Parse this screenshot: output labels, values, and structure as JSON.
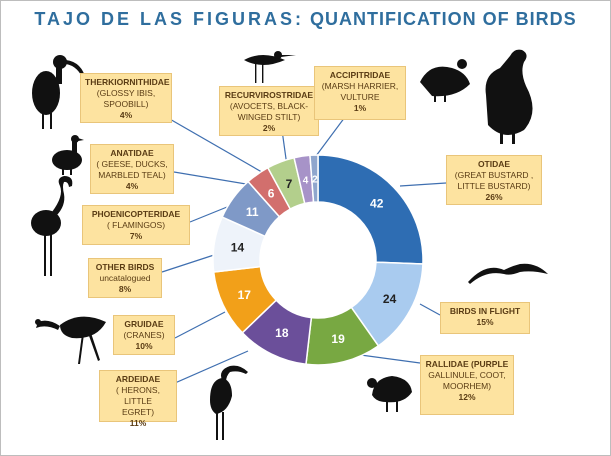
{
  "title_left": "TAJO DE LAS FIGURAS:",
  "title_right": "QUANTIFICATION OF BIRDS",
  "chart_data": {
    "type": "pie",
    "style": "donut",
    "slices": [
      {
        "category": "OTIDAE",
        "value": 42,
        "color": "#2e6db3"
      },
      {
        "category": "BIRDS IN FLIGHT",
        "value": 24,
        "color": "#a9cbef"
      },
      {
        "category": "RALLIDAE",
        "value": 19,
        "color": "#78a842"
      },
      {
        "category": "ARDEIDAE",
        "value": 18,
        "color": "#6b4f9a"
      },
      {
        "category": "GRUIDAE",
        "value": 17,
        "color": "#f2a019"
      },
      {
        "category": "OTHER BIRDS",
        "value": 14,
        "color": "#eef3fa"
      },
      {
        "category": "PHOENICOPTERIDAE",
        "value": 11,
        "color": "#7f99c7"
      },
      {
        "category": "ANATIDAE",
        "value": 6,
        "color": "#d26f6d"
      },
      {
        "category": "THERKIORNITHIDAE",
        "value": 7,
        "color": "#b3cf8c"
      },
      {
        "category": "RECURVIROSTRIDAE",
        "value": 4,
        "color": "#a793c8"
      },
      {
        "category": "ACCIPITRIDAE",
        "value": 2,
        "color": "#8fa6cd"
      }
    ]
  },
  "labels": {
    "therk": {
      "head": "THERKIORNITHIDAE",
      "sub1": "(GLOSSY IBIS,",
      "sub2": "SPOOBILL)",
      "pct": "4%"
    },
    "recurv": {
      "head": "RECURVIROSTRIDAE",
      "sub1": "(AVOCETS, BLACK-",
      "sub2": "WINGED STILT)",
      "pct": "2%"
    },
    "accip": {
      "head": "ACCIPITRIDAE",
      "sub1": "(MARSH HARRIER,",
      "sub2": "VULTURE",
      "pct": "1%"
    },
    "anat": {
      "head": "ANATIDAE",
      "sub1": "( GEESE, DUCKS,",
      "sub2": "MARBLED TEAL)",
      "pct": "4%"
    },
    "otid": {
      "head": "OTIDAE",
      "sub1": "(GREAT BUSTARD ,",
      "sub2": "LITTLE BUSTARD)",
      "pct": "26%"
    },
    "phoen": {
      "head": "PHOENICOPTERIDAE",
      "sub1": "( FLAMINGOS)",
      "pct": "7%"
    },
    "other": {
      "head": "OTHER BIRDS",
      "sub1": "uncatalogued",
      "pct": "8%"
    },
    "flight": {
      "head": "BIRDS IN FLIGHT",
      "pct": "15%"
    },
    "grui": {
      "head": "GRUIDAE",
      "sub1": "(CRANES)",
      "pct": "10%"
    },
    "rall": {
      "head": "RALLIDAE (PURPLE",
      "sub1": "GALLINULE, COOT,",
      "sub2": "MOORHEM)",
      "pct": "12%"
    },
    "ardei": {
      "head": "ARDEIDAE",
      "sub1": "( HERONS, LITTLE",
      "sub2": "EGRET)",
      "pct": "11%"
    }
  },
  "icons": [
    "ibis-icon",
    "stilt-icon",
    "vulture-icon",
    "goose-icon",
    "bustard-icon",
    "flamingo-icon",
    "flying-bird-icon",
    "crane-icon",
    "coot-icon",
    "heron-icon"
  ]
}
